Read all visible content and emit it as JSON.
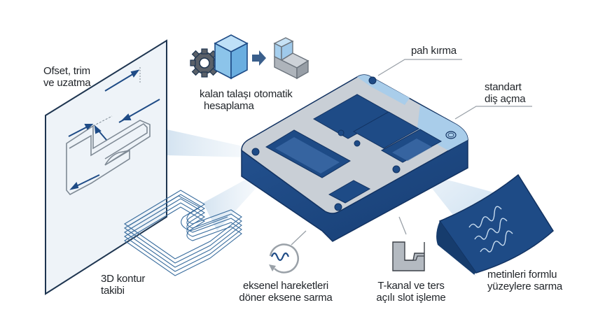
{
  "diagram": {
    "labels": {
      "offset": [
        "Ofset, trim",
        "ve uzatma"
      ],
      "stock": [
        "kalan talaşı otomatik",
        "hesaplama"
      ],
      "chamfer": [
        "pah kırma"
      ],
      "thread": [
        "standart",
        "diş açma"
      ],
      "contour3d": [
        "3D kontur",
        "takibi"
      ],
      "wrap_axis": [
        "eksenel hareketleri",
        "döner eksene sarma"
      ],
      "tslot": [
        "T-kanal ve ters",
        "açılı slot işleme"
      ],
      "text_wrap": [
        "metinleri formlu",
        "yüzeylere sarma"
      ]
    },
    "icons": [
      "gear-icon",
      "stock-cube-icon",
      "arrow-right-icon",
      "machined-part-icon",
      "rotary-wave-icon",
      "t-slot-icon",
      "curved-text-surface-icon",
      "contour-paths-icon",
      "offset-sketch-icon",
      "machined-block-icon"
    ],
    "colors": {
      "navy": "#1e4b86",
      "navy_dark": "#143866",
      "steel": "#c9cfd6",
      "light_blue": "#a9cdea",
      "line_gray": "#9aa1a8",
      "text": "#1f2328"
    }
  }
}
